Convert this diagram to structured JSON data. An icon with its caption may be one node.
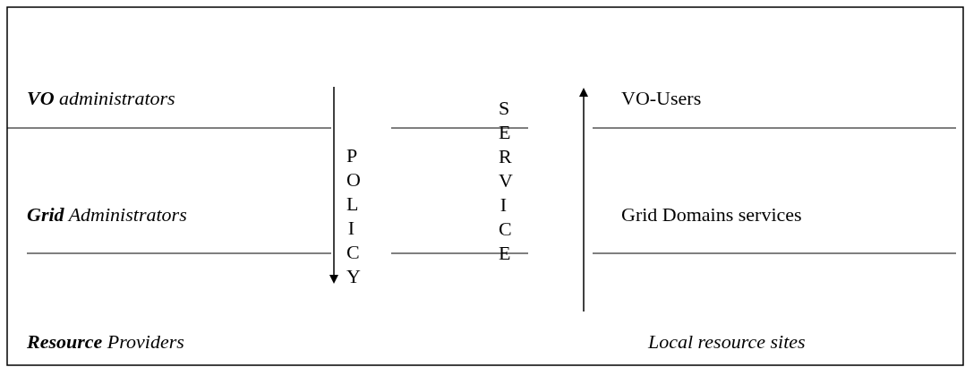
{
  "diagram": {
    "labels": [
      "**VO** administrators",
      "SERVICE",
      "VO-Users",
      "POLICY",
      "**Grid** Administrators",
      "Grid Domains services",
      "**Resource** Providers",
      "Local resource sites"
    ]
  }
}
